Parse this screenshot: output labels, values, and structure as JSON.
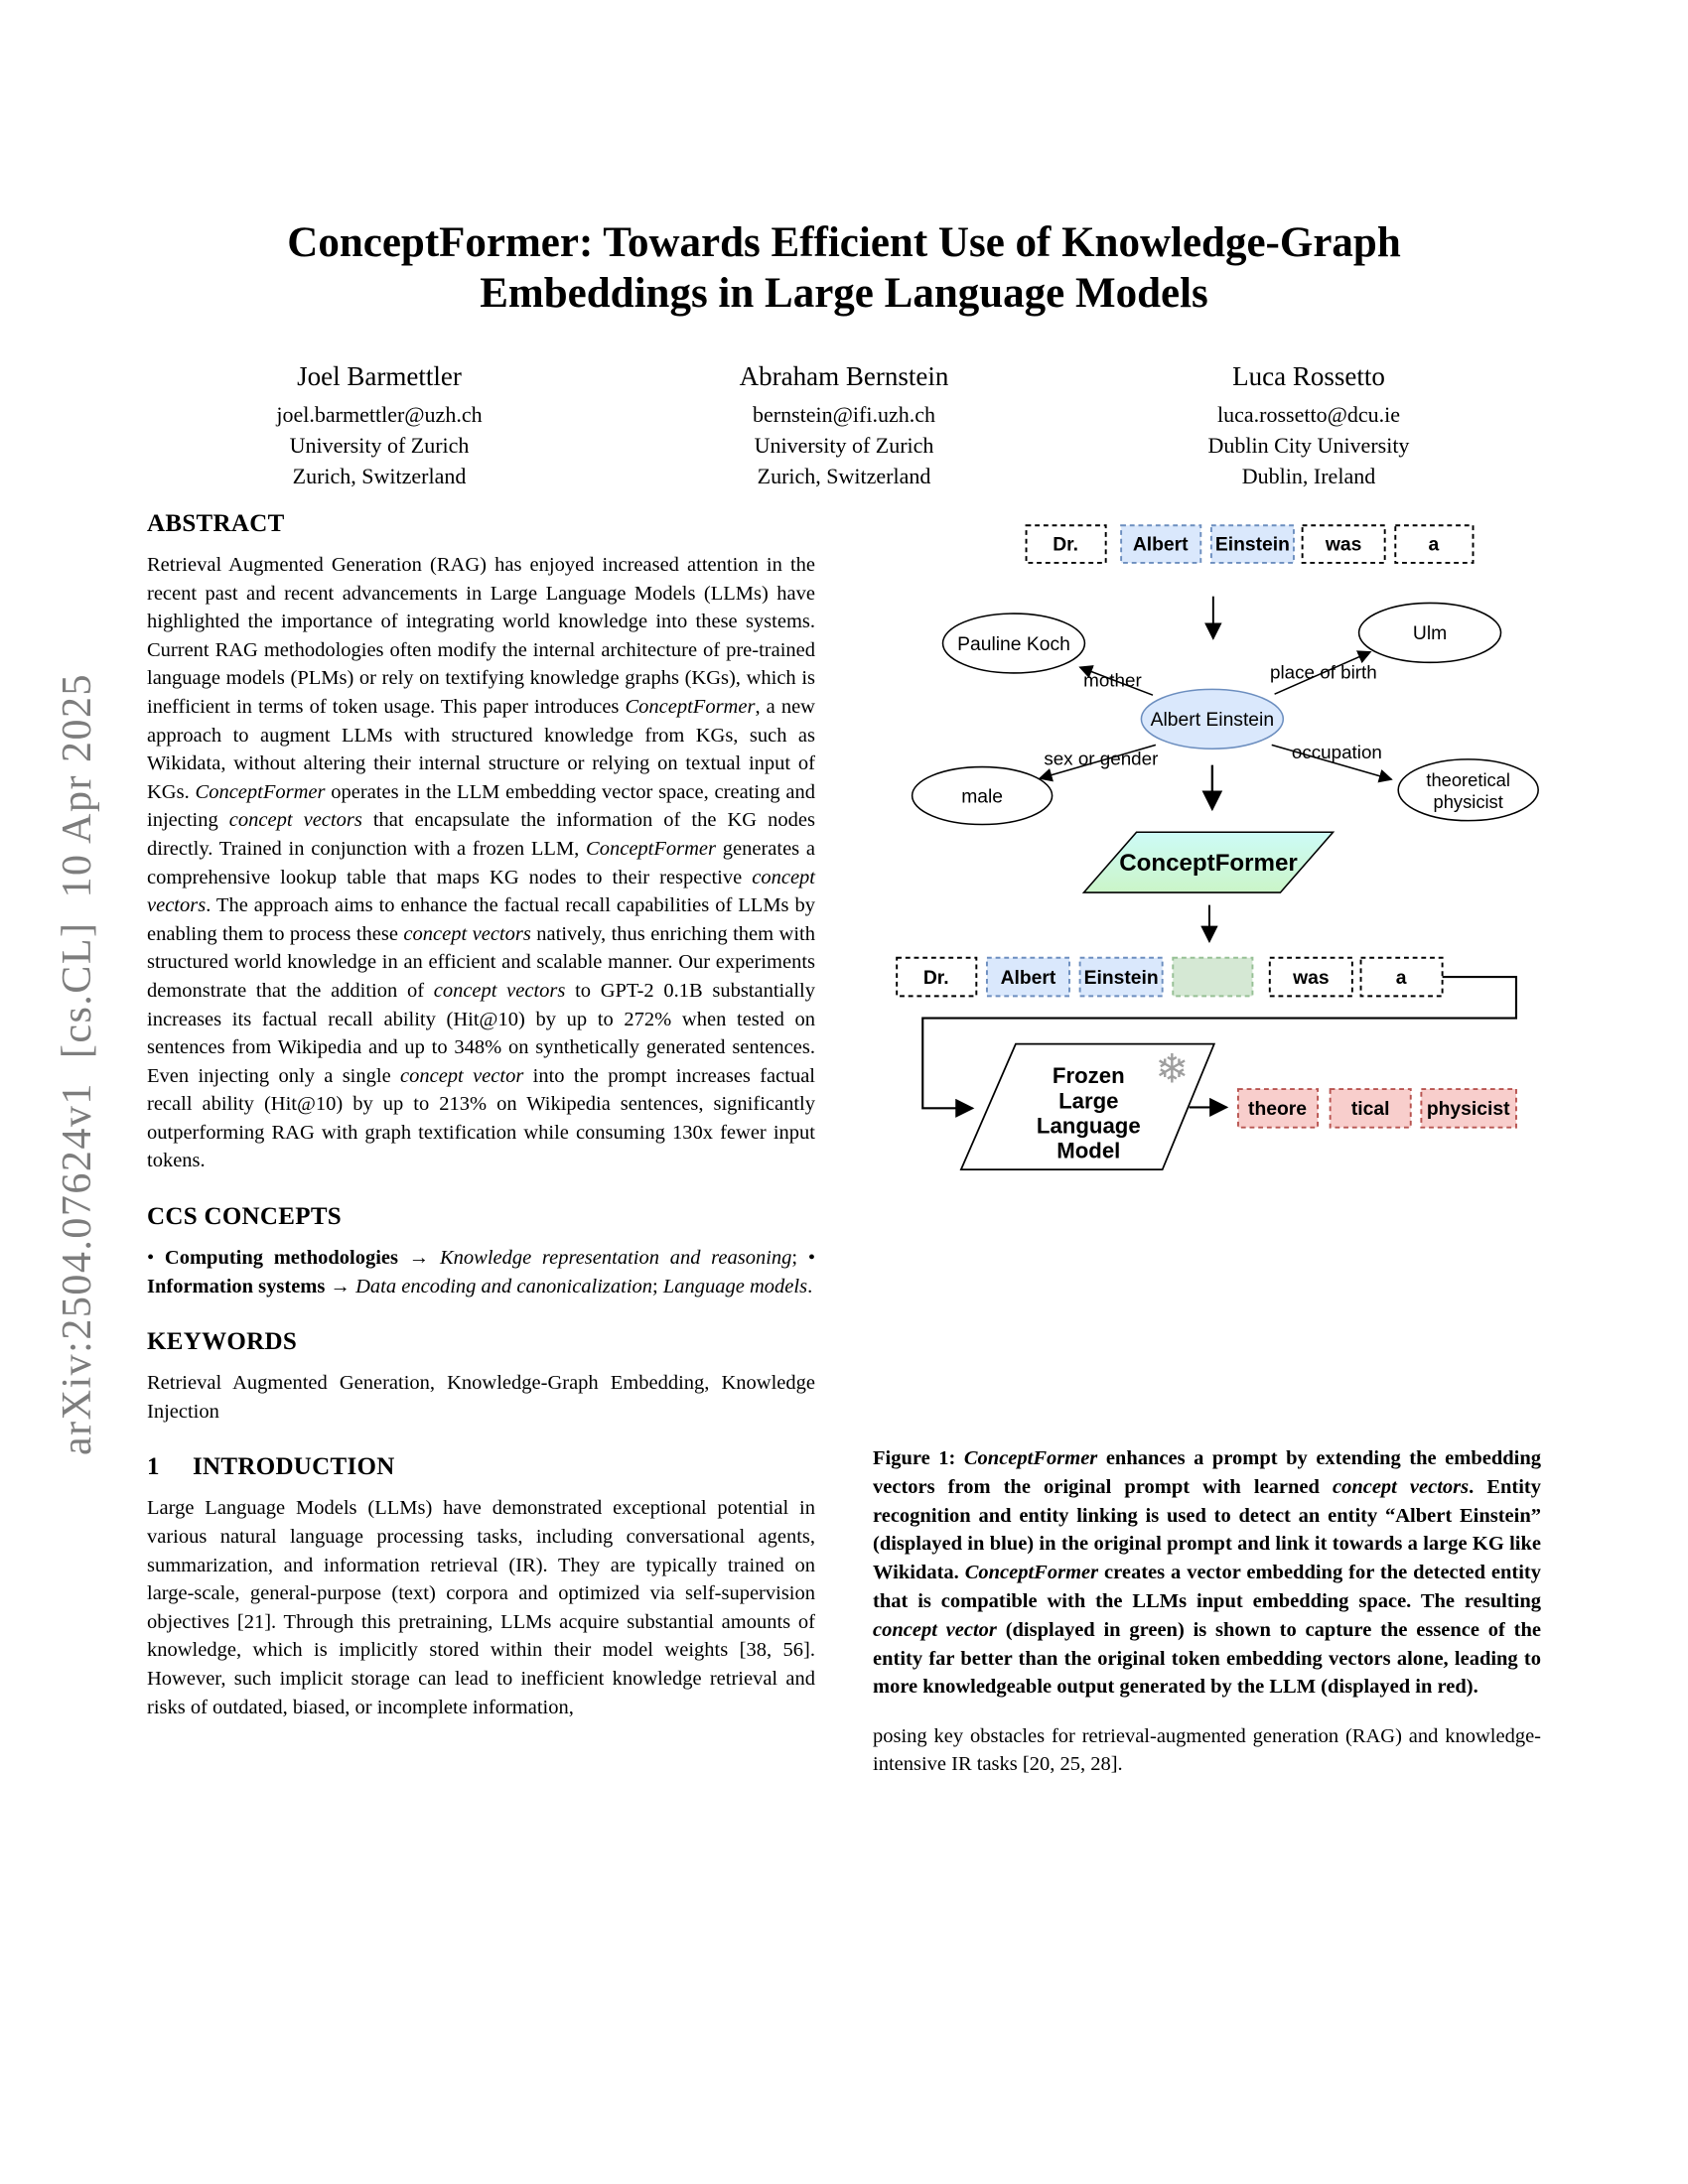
{
  "watermark": "arXiv:2504.07624v1  [cs.CL]  10 Apr 2025",
  "title": "ConceptFormer: Towards Efficient Use of Knowledge-Graph Embeddings in Large Language Models",
  "authors": [
    {
      "name": "Joel Barmettler",
      "email": "joel.barmettler@uzh.ch",
      "affiliation": "University of Zurich",
      "location": "Zurich, Switzerland"
    },
    {
      "name": "Abraham Bernstein",
      "email": "bernstein@ifi.uzh.ch",
      "affiliation": "University of Zurich",
      "location": "Zurich, Switzerland"
    },
    {
      "name": "Luca Rossetto",
      "email": "luca.rossetto@dcu.ie",
      "affiliation": "Dublin City University",
      "location": "Dublin, Ireland"
    }
  ],
  "abstract": {
    "heading": "ABSTRACT",
    "segments": [
      {
        "t": "Retrieval Augmented Generation (RAG) has enjoyed increased attention in the recent past and recent advancements in Large Language Models (LLMs) have highlighted the importance of integrating world knowledge into these systems. Current RAG methodologies often modify the internal architecture of pre-trained language models (PLMs) or rely on textifying knowledge graphs (KGs), which is inefficient in terms of token usage. This paper introduces "
      },
      {
        "t": "ConceptFormer",
        "i": true
      },
      {
        "t": ", a new approach to augment LLMs with structured knowledge from KGs, such as Wikidata, without altering their internal structure or relying on textual input of KGs. "
      },
      {
        "t": "ConceptFormer",
        "i": true
      },
      {
        "t": " operates in the LLM embedding vector space, creating and injecting "
      },
      {
        "t": "concept vectors",
        "i": true
      },
      {
        "t": " that encapsulate the information of the KG nodes directly. Trained in conjunction with a frozen LLM, "
      },
      {
        "t": "ConceptFormer",
        "i": true
      },
      {
        "t": " generates a comprehensive lookup table that maps KG nodes to their respective "
      },
      {
        "t": "concept vectors",
        "i": true
      },
      {
        "t": ". The approach aims to enhance the factual recall capabilities of LLMs by enabling them to process these "
      },
      {
        "t": "concept vectors",
        "i": true
      },
      {
        "t": " natively, thus enriching them with structured world knowledge in an efficient and scalable manner. Our experiments demonstrate that the addition of "
      },
      {
        "t": "concept vectors",
        "i": true
      },
      {
        "t": " to GPT-2 0.1B substantially increases its factual recall ability (Hit@10) by up to 272% when tested on sentences from Wikipedia and up to 348% on synthetically generated sentences. Even injecting only a single "
      },
      {
        "t": "concept vector",
        "i": true
      },
      {
        "t": " into the prompt increases factual recall ability (Hit@10) by up to 213% on Wikipedia sentences, significantly outperforming RAG with graph textification while consuming 130x fewer input tokens."
      }
    ]
  },
  "ccs": {
    "heading": "CCS CONCEPTS",
    "segments": [
      {
        "t": "• "
      },
      {
        "t": "Computing methodologies",
        "b": true
      },
      {
        "t": " → "
      },
      {
        "t": "Knowledge representation and reasoning",
        "i": true
      },
      {
        "t": "; • "
      },
      {
        "t": "Information systems",
        "b": true
      },
      {
        "t": " → "
      },
      {
        "t": "Data encoding and canonicalization",
        "i": true
      },
      {
        "t": "; "
      },
      {
        "t": "Language models",
        "i": true
      },
      {
        "t": "."
      }
    ]
  },
  "keywords": {
    "heading": "KEYWORDS",
    "text": "Retrieval Augmented Generation, Knowledge-Graph Embedding, Knowledge Injection"
  },
  "introduction": {
    "number": "1",
    "heading": "INTRODUCTION",
    "paragraph": "Large Language Models (LLMs) have demonstrated exceptional potential in various natural language processing tasks, including conversational agents, summarization, and information retrieval (IR). They are typically trained on large-scale, general-purpose (text) corpora and optimized via self-supervision objectives [21]. Through this pretraining, LLMs acquire substantial amounts of knowledge, which is implicitly stored within their model weights [38, 56]. However, such implicit storage can lead to inefficient knowledge retrieval and risks of outdated, biased, or incomplete information,"
  },
  "right_column": {
    "closing_paragraph": "posing key obstacles for retrieval-augmented generation (RAG) and knowledge-intensive IR tasks [20, 25, 28]."
  },
  "figure": {
    "caption_segments": [
      {
        "t": "Figure 1: "
      },
      {
        "t": "ConceptFormer",
        "i": true
      },
      {
        "t": " enhances a prompt by extending the embedding vectors from the original prompt with learned "
      },
      {
        "t": "concept vectors",
        "i": true
      },
      {
        "t": ". Entity recognition and entity linking is used to detect an entity “Albert Einstein” (displayed in blue) in the original prompt and link it towards a large KG like Wikidata. "
      },
      {
        "t": "ConceptFormer",
        "i": true
      },
      {
        "t": " creates a vector embedding for the detected entity that is compatible with the LLMs input embedding space. The resulting "
      },
      {
        "t": "concept vector",
        "i": true
      },
      {
        "t": " (displayed in green) is shown to capture the essence of the entity far better than the original token embedding vectors alone, leading to more knowledgeable output generated by the LLM (displayed in red)."
      }
    ],
    "top_tokens": [
      {
        "label": "Dr.",
        "type": "plain"
      },
      {
        "label": "Albert",
        "type": "entity"
      },
      {
        "label": "Einstein",
        "type": "entity"
      },
      {
        "label": "was",
        "type": "plain"
      },
      {
        "label": "a",
        "type": "plain"
      }
    ],
    "kg": {
      "center": "Albert Einstein",
      "nodes": [
        {
          "label": "Pauline Koch",
          "relation": "mother"
        },
        {
          "label": "Ulm",
          "relation": "place of birth"
        },
        {
          "label": "male",
          "relation": "sex or gender"
        },
        {
          "label": "theoretical physicist",
          "line1": "theoretical",
          "line2": "physicist",
          "relation": "occupation"
        }
      ]
    },
    "conceptformer_label": "ConceptFormer",
    "bottom_tokens": [
      {
        "label": "Dr.",
        "type": "plain"
      },
      {
        "label": "Albert",
        "type": "entity"
      },
      {
        "label": "Einstein",
        "type": "entity"
      },
      {
        "label": "",
        "type": "concept-vector"
      },
      {
        "label": "was",
        "type": "plain"
      },
      {
        "label": "a",
        "type": "plain"
      }
    ],
    "llm_lines": [
      "Frozen",
      "Large",
      "Language",
      "Model"
    ],
    "snowflake_icon": "❄",
    "output_tokens": [
      "theore",
      "tical",
      "physicist"
    ],
    "colors": {
      "entity_fill": "#dae8fc",
      "entity_border": "#6c8ebf",
      "concept_fill": "#d5e8d4",
      "concept_border": "#97c095",
      "output_fill": "#f8cecc",
      "output_border": "#b85450",
      "cf_gradient_top": "#cdfbf7",
      "cf_gradient_bottom": "#cbf5c8",
      "snowflake": "#9e9e9e"
    }
  }
}
